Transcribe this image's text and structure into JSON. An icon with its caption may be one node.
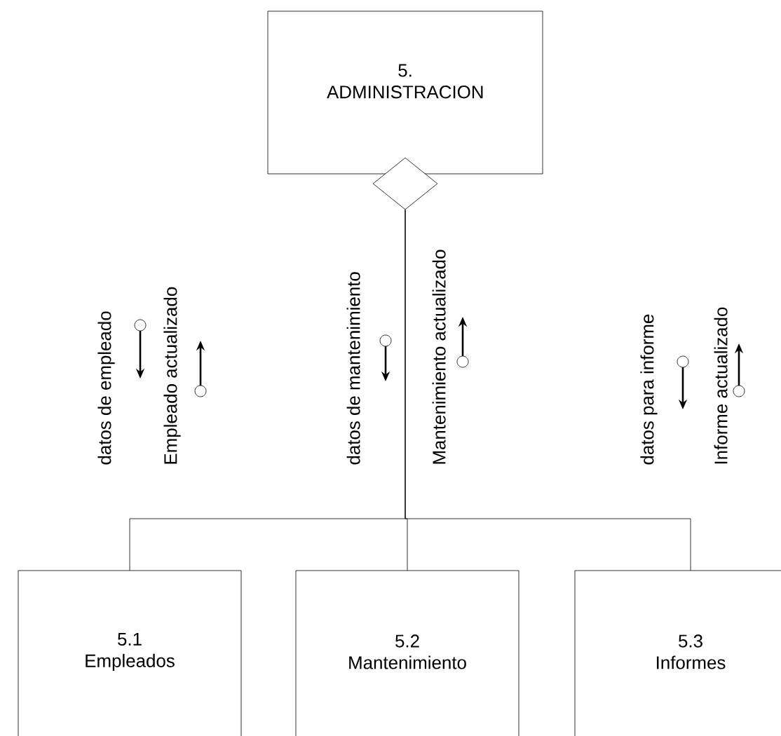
{
  "diagram": {
    "nodes": [
      {
        "text": [
          "5. ADMINISTRACION"
        ]
      },
      {
        "text": [
          "5.1 Empleados"
        ]
      },
      {
        "text": [
          "5.2 Mantenimiento"
        ]
      },
      {
        "text": [
          "5.3 Informes"
        ]
      }
    ],
    "edges": [
      {
        "from": 0,
        "to": 1,
        "arrow": "none"
      },
      {
        "from": 0,
        "to": 2,
        "arrow": "none"
      },
      {
        "from": 0,
        "to": 3,
        "arrow": "none"
      }
    ],
    "labels": [
      "datos de empleado",
      "Empleado actualizado",
      "datos de mantenimiento",
      "Mantenimiento actualizado",
      "datos para informe",
      "Informe actualizado"
    ]
  }
}
